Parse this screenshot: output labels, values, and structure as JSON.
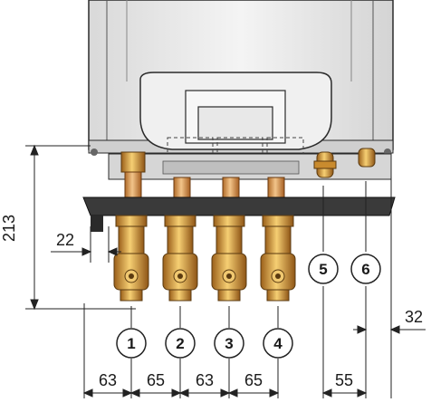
{
  "dimensions": {
    "height_total": "213",
    "offset_left": "22",
    "offset_right": "32",
    "spacing": [
      "63",
      "65",
      "63",
      "65",
      "55"
    ]
  },
  "connections": [
    "1",
    "2",
    "3",
    "4",
    "5",
    "6"
  ],
  "colors": {
    "boiler_body": "#ececec",
    "outline": "#2a2a2a",
    "copper": "#e0a86a",
    "brass": "#d9a23f",
    "tray": "#3a3a3a"
  }
}
